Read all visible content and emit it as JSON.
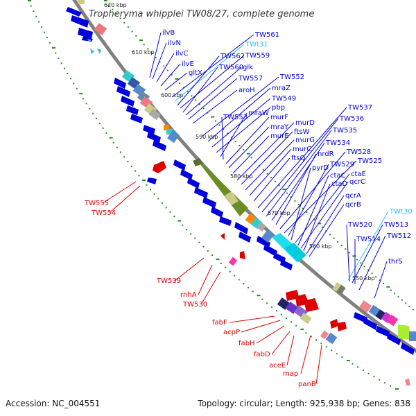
{
  "title": "Tropheryma whipplei TW08/27, complete genome",
  "accession": "Accession: NC_004551",
  "summary": "Topology: circular; Length: 925,938 bp; Genes: 838",
  "colors": {
    "backbone": "#808080",
    "forward": "#0000dd",
    "reverse": "#dd0000",
    "trna": "#33bbee",
    "dots": "#228b22"
  },
  "kbp_ticks": [
    {
      "text": "620 kbp"
    },
    {
      "text": "610 kbp"
    },
    {
      "text": "600 kbp"
    },
    {
      "text": "590 kbp"
    },
    {
      "text": "580 kbp"
    },
    {
      "text": "570 kbp"
    },
    {
      "text": "560 kbp"
    },
    {
      "text": "550 kbp"
    }
  ],
  "gene_labels": [
    {
      "text": "ilvB",
      "strand": "forward"
    },
    {
      "text": "ilvN",
      "strand": "forward"
    },
    {
      "text": "ilvC",
      "strand": "forward"
    },
    {
      "text": "ilvE",
      "strand": "forward"
    },
    {
      "text": "gltX",
      "strand": "forward"
    },
    {
      "text": "TW561",
      "strand": "forward"
    },
    {
      "text": "TWt31",
      "strand": "trna"
    },
    {
      "text": "TW562",
      "strand": "forward"
    },
    {
      "text": "TW559",
      "strand": "forward"
    },
    {
      "text": "TW560",
      "strand": "forward"
    },
    {
      "text": "glk",
      "strand": "forward"
    },
    {
      "text": "TW557",
      "strand": "forward"
    },
    {
      "text": "aroH",
      "strand": "forward"
    },
    {
      "text": "TW552",
      "strand": "forward"
    },
    {
      "text": "mraZ",
      "strand": "forward"
    },
    {
      "text": "TW549",
      "strand": "forward"
    },
    {
      "text": "pbp",
      "strand": "forward"
    },
    {
      "text": "mraW",
      "strand": "forward"
    },
    {
      "text": "TW553",
      "strand": "forward"
    },
    {
      "text": "murF",
      "strand": "forward"
    },
    {
      "text": "mraY",
      "strand": "forward"
    },
    {
      "text": "murE",
      "strand": "forward"
    },
    {
      "text": "murD",
      "strand": "forward"
    },
    {
      "text": "ftsW",
      "strand": "forward"
    },
    {
      "text": "murG",
      "strand": "forward"
    },
    {
      "text": "murC",
      "strand": "forward"
    },
    {
      "text": "ftsQ",
      "strand": "forward"
    },
    {
      "text": "TW537",
      "strand": "forward"
    },
    {
      "text": "TW536",
      "strand": "forward"
    },
    {
      "text": "TW535",
      "strand": "forward"
    },
    {
      "text": "TW534",
      "strand": "forward"
    },
    {
      "text": "nrdR",
      "strand": "forward"
    },
    {
      "text": "TW528",
      "strand": "forward"
    },
    {
      "text": "TW525",
      "strand": "forward"
    },
    {
      "text": "TW529",
      "strand": "forward"
    },
    {
      "text": "pyrD",
      "strand": "forward"
    },
    {
      "text": "ctaE",
      "strand": "forward"
    },
    {
      "text": "ctaC",
      "strand": "forward"
    },
    {
      "text": "qcrC",
      "strand": "forward"
    },
    {
      "text": "ctaD",
      "strand": "forward"
    },
    {
      "text": "qcrA",
      "strand": "forward"
    },
    {
      "text": "qcrB",
      "strand": "forward"
    },
    {
      "text": "TWt30",
      "strand": "trna"
    },
    {
      "text": "TW520",
      "strand": "forward"
    },
    {
      "text": "TW513",
      "strand": "forward"
    },
    {
      "text": "TW514",
      "strand": "forward"
    },
    {
      "text": "TW512",
      "strand": "forward"
    },
    {
      "text": "thrS",
      "strand": "forward"
    },
    {
      "text": "TW555",
      "strand": "reverse"
    },
    {
      "text": "TW554",
      "strand": "reverse"
    },
    {
      "text": "TW539",
      "strand": "reverse"
    },
    {
      "text": "rnhA",
      "strand": "reverse"
    },
    {
      "text": "TW530",
      "strand": "reverse"
    },
    {
      "text": "fabF",
      "strand": "reverse"
    },
    {
      "text": "acpP",
      "strand": "reverse"
    },
    {
      "text": "fabH",
      "strand": "reverse"
    },
    {
      "text": "fabD",
      "strand": "reverse"
    },
    {
      "text": "aceE",
      "strand": "reverse"
    },
    {
      "text": "map",
      "strand": "reverse"
    },
    {
      "text": "panB",
      "strand": "reverse"
    }
  ]
}
